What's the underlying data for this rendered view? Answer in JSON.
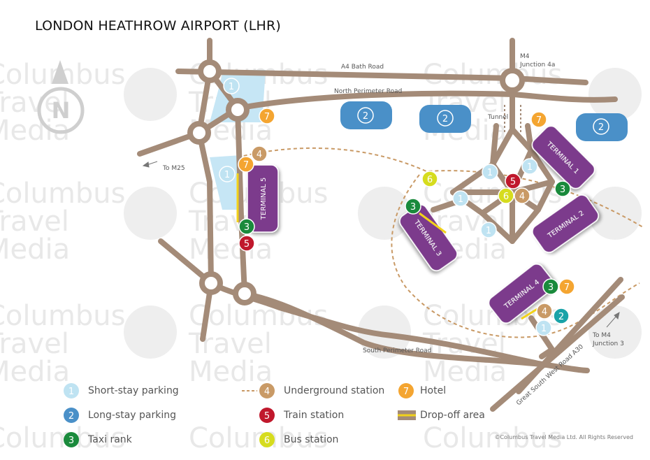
{
  "title": "LONDON HEATHROW AIRPORT (LHR)",
  "watermark": {
    "line1": "Columbus",
    "line2": "Travel",
    "line3": "Media"
  },
  "compass": {
    "letter": "N"
  },
  "roads": {
    "a4": "A4 Bath Road",
    "north_perimeter": "North Perimeter Road",
    "south_perimeter": "South Perimeter Road",
    "m4_junction4a_line1": "M4",
    "m4_junction4a_line2": "Junction 4a",
    "to_m25": "To M25",
    "to_m4_line1": "To M4",
    "to_m4_line2": "Junction 3",
    "great_south_west": "Great South West Road A30",
    "tunnel": "Tunnel"
  },
  "terminals": {
    "t1": "TERMINAL 1",
    "t2": "TERMINAL 2",
    "t3": "TERMINAL 3",
    "t4": "TERMINAL 4",
    "t5": "TERMINAL 5"
  },
  "markers": {
    "n1": "1",
    "n2": "2",
    "n3": "3",
    "n4": "4",
    "n5": "5",
    "n6": "6",
    "n7": "7"
  },
  "legend": [
    {
      "num": "1",
      "label": "Short-stay parking",
      "color": "#bfe3f2",
      "text_color": "#ffffff"
    },
    {
      "num": "2",
      "label": "Long-stay parking",
      "color": "#4a90c8",
      "text_color": "#ffffff"
    },
    {
      "num": "3",
      "label": "Taxi rank",
      "color": "#1a8a3c",
      "text_color": "#ffffff"
    },
    {
      "num": "4",
      "label": "Underground station",
      "color": "#c99a66",
      "text_color": "#ffffff"
    },
    {
      "num": "5",
      "label": "Train station",
      "color": "#c0182c",
      "text_color": "#ffffff"
    },
    {
      "num": "6",
      "label": "Bus station",
      "color": "#d6dc1e",
      "text_color": "#ffffff"
    },
    {
      "num": "7",
      "label": "Hotel",
      "color": "#f4a531",
      "text_color": "#ffffff"
    },
    {
      "num": "",
      "label": "Drop-off area",
      "color": "#a48b78",
      "text_color": "#ffffff"
    }
  ],
  "colors": {
    "road": "#a48b78",
    "terminal": "#7c3b8c",
    "short_stay_area": "#c6e6f5",
    "dropoff_line": "#f2d21a",
    "dashed_route": "#c99a66"
  },
  "copyright": "©Columbus Travel Media Ltd. All Rights Reserved"
}
